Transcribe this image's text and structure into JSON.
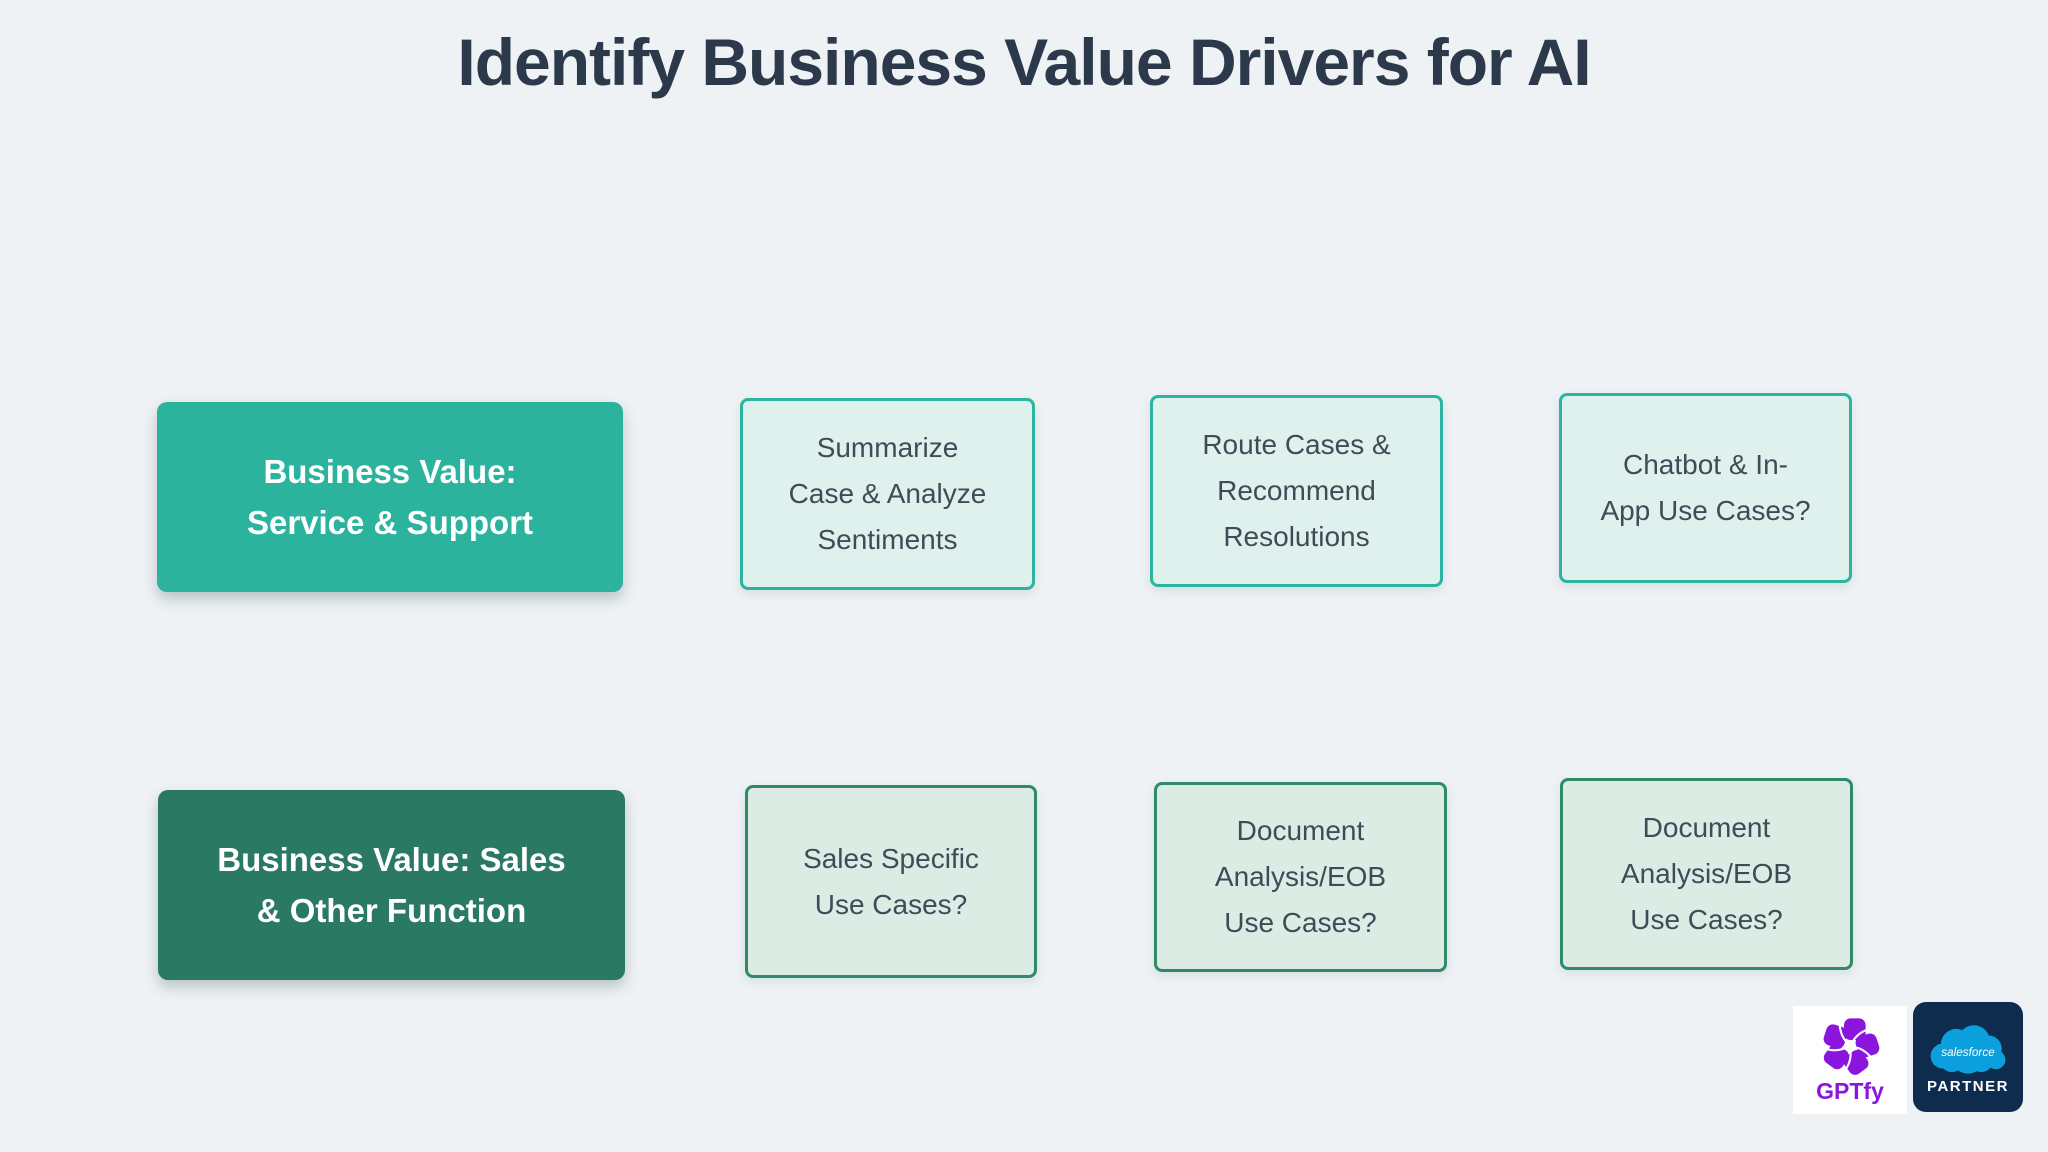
{
  "slide": {
    "title": "Identify Business Value Drivers for AI",
    "title_color": "#2b394b",
    "background_color": "#eef2f5"
  },
  "rows": [
    {
      "header": {
        "label": "Business Value:\nService & Support",
        "fill_color": "#2bb39e",
        "text_color": "#ffffff"
      },
      "item_style": {
        "background_color": "#def1ec",
        "border_color": "#2cb4a1",
        "text_color": "#3e4c58"
      },
      "items": [
        {
          "label": "Summarize\nCase & Analyze\nSentiments"
        },
        {
          "label": "Route Cases &\nRecommend\nResolutions"
        },
        {
          "label": "Chatbot & In-\nApp Use Cases?"
        }
      ]
    },
    {
      "header": {
        "label": "Business Value: Sales\n& Other Function",
        "fill_color": "#2a7a63",
        "text_color": "#ffffff"
      },
      "item_style": {
        "background_color": "#dcebe4",
        "border_color": "#2f8a67",
        "text_color": "#3e4c58"
      },
      "items": [
        {
          "label": "Sales Specific\nUse Cases?"
        },
        {
          "label": "Document\nAnalysis/EOB\nUse Cases?"
        },
        {
          "label": "Document\nAnalysis/EOB\nUse Cases?"
        }
      ]
    }
  ],
  "footer": {
    "gptfy": {
      "label": "GPTfy",
      "accent_color": "#8a16dd",
      "icon": "gptfy-pinwheel-icon"
    },
    "salesforce": {
      "brand": "salesforce",
      "label": "PARTNER",
      "tile_color": "#0d2c4e",
      "cloud_color": "#0ba0dd"
    }
  }
}
